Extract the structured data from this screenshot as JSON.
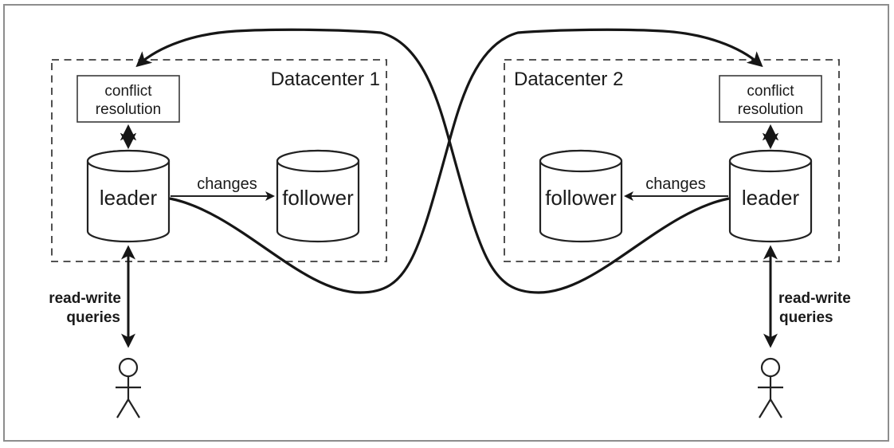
{
  "colors": {
    "line": "#1c1c1c",
    "dashed": "#3d3d3d",
    "frame": "#8d8d8d",
    "text": "#1a1a1a",
    "bg": "#ffffff"
  },
  "dc1": {
    "label": "Datacenter 1",
    "conflict_line1": "conflict",
    "conflict_line2": "resolution",
    "leader": "leader",
    "follower": "follower",
    "changes": "changes",
    "queries_line1": "read-write",
    "queries_line2": "queries"
  },
  "dc2": {
    "label": "Datacenter 2",
    "conflict_line1": "conflict",
    "conflict_line2": "resolution",
    "leader": "leader",
    "follower": "follower",
    "changes": "changes",
    "queries_line1": "read-write",
    "queries_line2": "queries"
  }
}
